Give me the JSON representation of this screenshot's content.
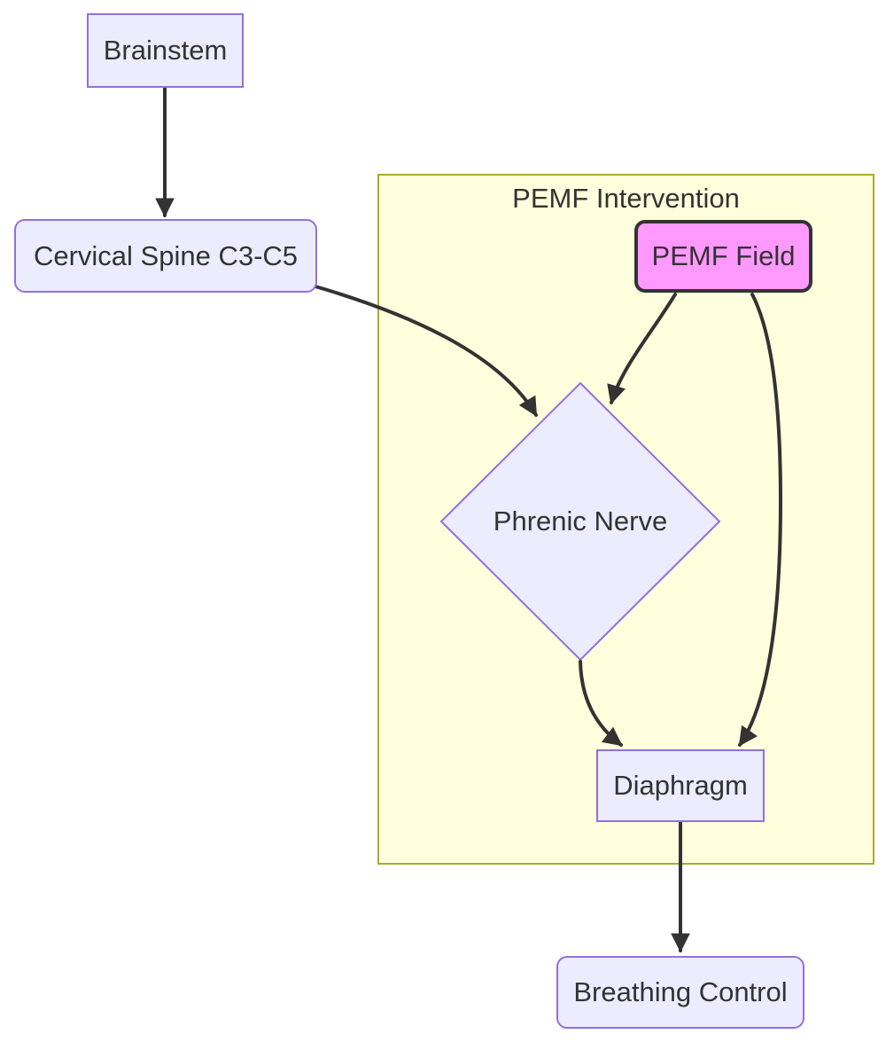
{
  "diagram": {
    "type": "flowchart",
    "cluster": {
      "title": "PEMF Intervention",
      "fill": "#ffffde",
      "border_color": "#aaaa33"
    },
    "nodes": {
      "brainstem": {
        "label": "Brainstem",
        "shape": "rect"
      },
      "cervical": {
        "label": "Cervical Spine C3-C5",
        "shape": "rounded-rect"
      },
      "pemf": {
        "label": "PEMF Field",
        "shape": "rounded-rect",
        "fill": "#ff99ff",
        "border_color": "#333333"
      },
      "phrenic": {
        "label": "Phrenic Nerve",
        "shape": "diamond"
      },
      "diaphragm": {
        "label": "Diaphragm",
        "shape": "rect"
      },
      "breathing": {
        "label": "Breathing Control",
        "shape": "rounded-rect"
      }
    },
    "edges": [
      {
        "from": "Brainstem",
        "to": "Cervical Spine C3-C5"
      },
      {
        "from": "Cervical Spine C3-C5",
        "to": "Phrenic Nerve"
      },
      {
        "from": "PEMF Field",
        "to": "Phrenic Nerve"
      },
      {
        "from": "PEMF Field",
        "to": "Diaphragm"
      },
      {
        "from": "Phrenic Nerve",
        "to": "Diaphragm"
      },
      {
        "from": "Diaphragm",
        "to": "Breathing Control"
      }
    ],
    "colors": {
      "node_fill": "#ececff",
      "node_border": "#9370db",
      "edge_stroke": "#333333",
      "text": "#333333",
      "cluster_fill": "#ffffde",
      "cluster_border": "#aaaa33",
      "pemf_fill": "#ff99ff"
    }
  }
}
